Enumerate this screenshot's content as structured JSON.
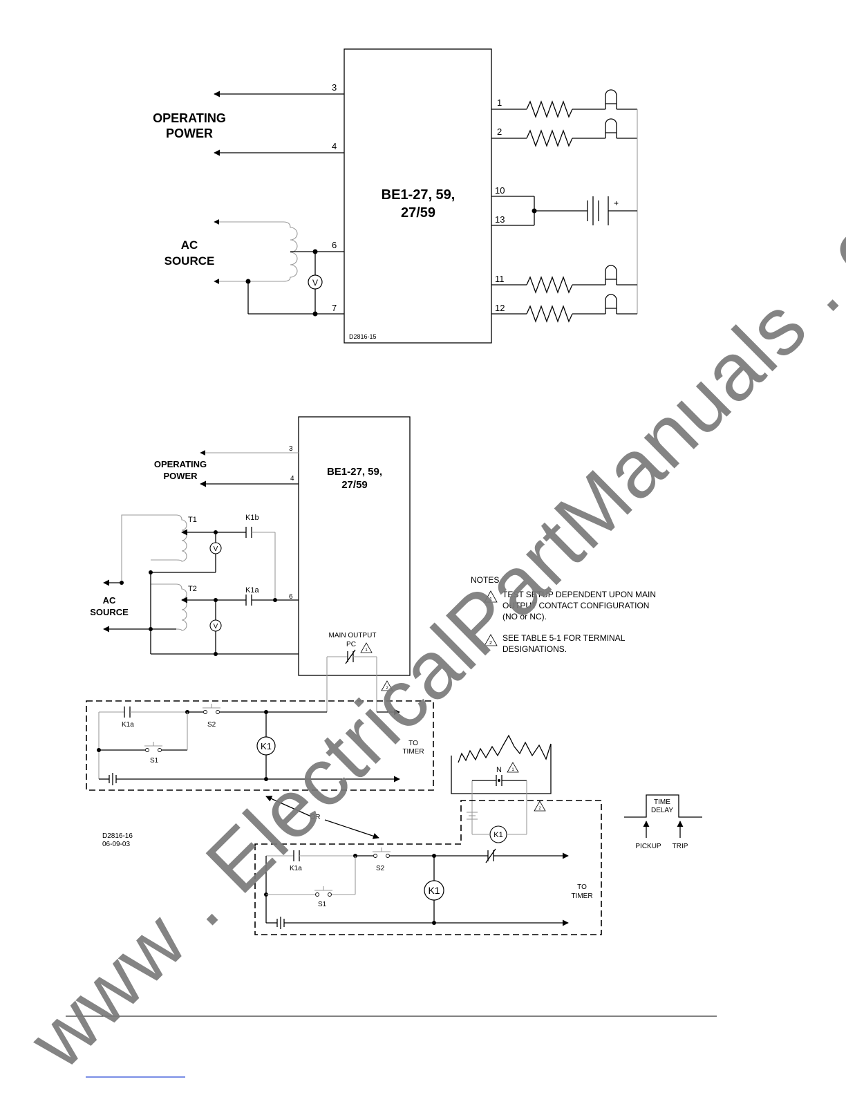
{
  "diagram1": {
    "box_label_line1": "BE1-27, 59,",
    "box_label_line2": "27/59",
    "operating_power_line1": "OPERATING",
    "operating_power_line2": "POWER",
    "ac_source_line1": "AC",
    "ac_source_line2": "SOURCE",
    "voltmeter": "V",
    "battery_plus": "+",
    "drawing_id": "D2816-15",
    "terminals": {
      "t3": "3",
      "t4": "4",
      "t6": "6",
      "t7": "7",
      "t1": "1",
      "t2": "2",
      "t10": "10",
      "t13": "13",
      "t11": "11",
      "t12": "12"
    }
  },
  "diagram2": {
    "box_label_line1": "BE1-27, 59,",
    "box_label_line2": "27/59",
    "operating_power_line1": "OPERATING",
    "operating_power_line2": "POWER",
    "ac_source_line1": "AC",
    "ac_source_line2": "SOURCE",
    "t1": "T1",
    "t2": "T2",
    "k1b": "K1b",
    "k1a": "K1a",
    "voltmeter": "V",
    "terminal3": "3",
    "terminal4": "4",
    "terminal6": "6",
    "main_output_line1": "MAIN OUTPUT",
    "main_output_line2": "PC",
    "note_marker1": "1",
    "note_marker2": "2",
    "notes_title": "NOTES",
    "note1_line1": "TEST SETUP DEPENDENT UPON MAIN",
    "note1_line2": "OUTPUT CONTACT CONFIGURATION",
    "note1_line3": "(NO or NC).",
    "note2_line1": "SEE TABLE 5-1 FOR TERMINAL",
    "note2_line2": "DESIGNATIONS.",
    "timer_a": {
      "k1a": "K1a",
      "s2": "S2",
      "s1": "S1",
      "k1": "K1",
      "to_timer_line1": "TO",
      "to_timer_line2": "TIMER"
    },
    "or_label": "OR",
    "timer_b": {
      "k1a": "K1a",
      "s2": "S2",
      "s1": "S1",
      "k1": "K1",
      "to_timer_line1": "TO",
      "to_timer_line2": "TIMER",
      "n_label": "N",
      "k1_small": "K1"
    },
    "drawing_id_line1": "D2816-16",
    "drawing_id_line2": "06-09-03",
    "time_delay_line1": "TIME",
    "time_delay_line2": "DELAY",
    "pickup": "PICKUP",
    "trip": "TRIP"
  },
  "watermark": "www . ElectricalPartManuals . com"
}
